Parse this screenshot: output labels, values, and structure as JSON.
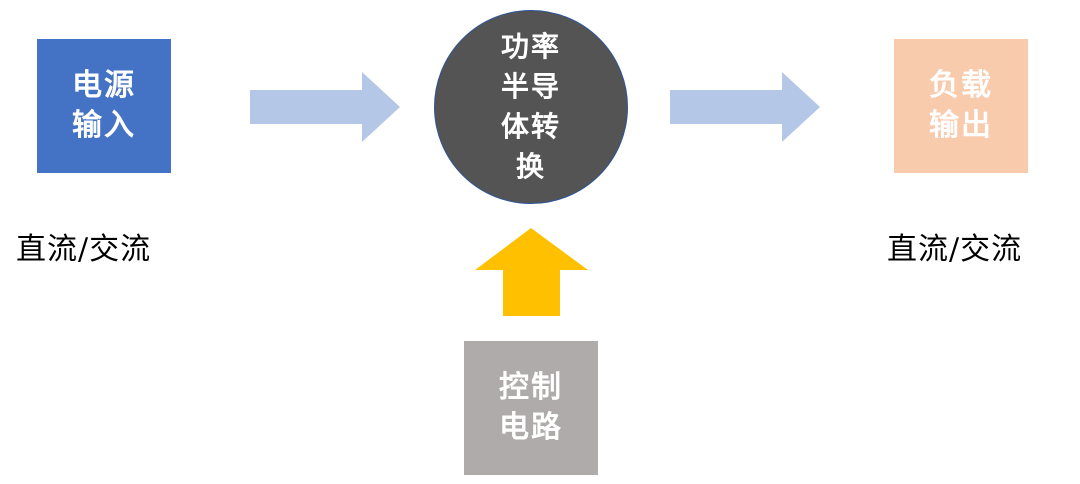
{
  "input_box": {
    "line1": "电源",
    "line2": "输入",
    "color": "#4472C4"
  },
  "converter": {
    "line1": "功率",
    "line2": "半导",
    "line3": "体转",
    "line4": "换",
    "color": "#545454"
  },
  "output_box": {
    "line1": "负载",
    "line2": "输出",
    "color": "#F8CBAD"
  },
  "control_box": {
    "line1": "控制",
    "line2": "电路",
    "color": "#AFABAB"
  },
  "input_type_label": "直流/交流",
  "output_type_label": "直流/交流",
  "arrow_colors": {
    "flow": "#B4C7E7",
    "control": "#FFC000"
  }
}
